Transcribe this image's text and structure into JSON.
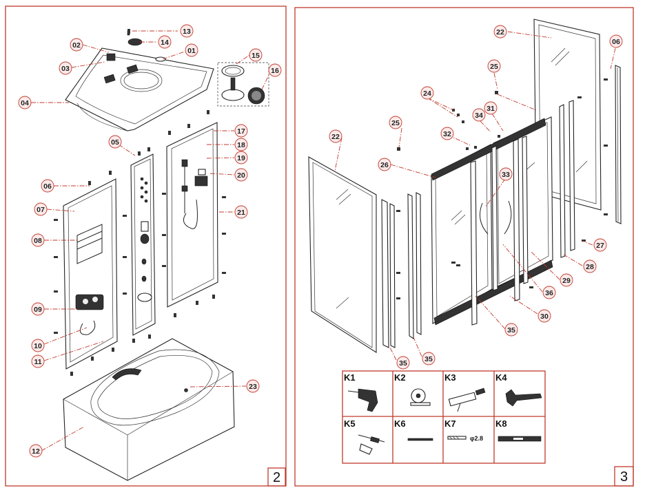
{
  "pages": [
    {
      "number": "2"
    },
    {
      "number": "3"
    }
  ],
  "callouts": [
    {
      "id": "p2-13",
      "text": "13"
    },
    {
      "id": "p2-14",
      "text": "14"
    },
    {
      "id": "p2-02",
      "text": "02"
    },
    {
      "id": "p2-01",
      "text": "01"
    },
    {
      "id": "p2-03",
      "text": "03"
    },
    {
      "id": "p2-15",
      "text": "15"
    },
    {
      "id": "p2-16",
      "text": "16"
    },
    {
      "id": "p2-04",
      "text": "04"
    },
    {
      "id": "p2-17",
      "text": "17"
    },
    {
      "id": "p2-05",
      "text": "05"
    },
    {
      "id": "p2-18",
      "text": "18"
    },
    {
      "id": "p2-19",
      "text": "19"
    },
    {
      "id": "p2-20",
      "text": "20"
    },
    {
      "id": "p2-06",
      "text": "06"
    },
    {
      "id": "p2-07",
      "text": "07"
    },
    {
      "id": "p2-21",
      "text": "21"
    },
    {
      "id": "p2-08",
      "text": "08"
    },
    {
      "id": "p2-09",
      "text": "09"
    },
    {
      "id": "p2-10",
      "text": "10"
    },
    {
      "id": "p2-11",
      "text": "11"
    },
    {
      "id": "p2-23",
      "text": "23"
    },
    {
      "id": "p2-12",
      "text": "12"
    },
    {
      "id": "p3-22a",
      "text": "22"
    },
    {
      "id": "p3-06",
      "text": "06"
    },
    {
      "id": "p3-25a",
      "text": "25"
    },
    {
      "id": "p3-24",
      "text": "24"
    },
    {
      "id": "p3-34",
      "text": "34"
    },
    {
      "id": "p3-31",
      "text": "31"
    },
    {
      "id": "p3-25b",
      "text": "25"
    },
    {
      "id": "p3-32",
      "text": "32"
    },
    {
      "id": "p3-22b",
      "text": "22"
    },
    {
      "id": "p3-26",
      "text": "26"
    },
    {
      "id": "p3-33",
      "text": "33"
    },
    {
      "id": "p3-27",
      "text": "27"
    },
    {
      "id": "p3-28",
      "text": "28"
    },
    {
      "id": "p3-29",
      "text": "29"
    },
    {
      "id": "p3-36",
      "text": "36"
    },
    {
      "id": "p3-30",
      "text": "30"
    },
    {
      "id": "p3-35a",
      "text": "35"
    },
    {
      "id": "p3-35b",
      "text": "35"
    },
    {
      "id": "p3-35c",
      "text": "35"
    }
  ],
  "tools": [
    {
      "code": "K1",
      "icon": "electric-drill-icon"
    },
    {
      "code": "K2",
      "icon": "tape-measure-icon"
    },
    {
      "code": "K3",
      "icon": "silicone-gun-icon"
    },
    {
      "code": "K4",
      "icon": "adjustable-wrench-icon"
    },
    {
      "code": "K5",
      "icon": "screwdriver-icon"
    },
    {
      "code": "K6",
      "icon": "pencil-icon"
    },
    {
      "code": "K7",
      "icon": "drill-bit-icon",
      "note": "φ2.8"
    },
    {
      "code": "K8",
      "icon": "spirit-level-icon"
    }
  ],
  "colors": {
    "accent": "#c0392b",
    "line": "#222222",
    "background": "#ffffff"
  }
}
